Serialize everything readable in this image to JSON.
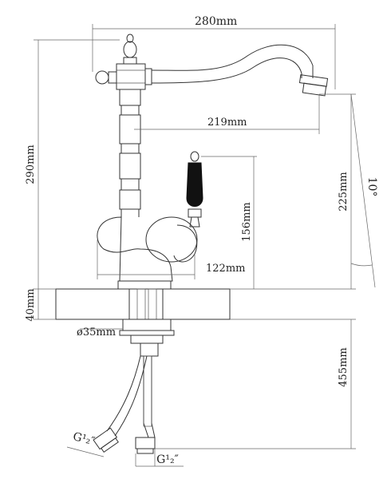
{
  "dimensions": {
    "overall_reach": "280mm",
    "spout_reach": "219mm",
    "total_height": "290mm",
    "spout_height": "225mm",
    "handle_height": "156mm",
    "base_width": "122mm",
    "deck_thickness": "40mm",
    "shank_diameter": "ø35mm",
    "hose_length": "455mm",
    "spout_angle": "10°",
    "connection_left": "G¹₂″",
    "connection_right": "G¹₂″"
  },
  "colors": {
    "handle_fill": "#111111",
    "outline": "#333333"
  }
}
